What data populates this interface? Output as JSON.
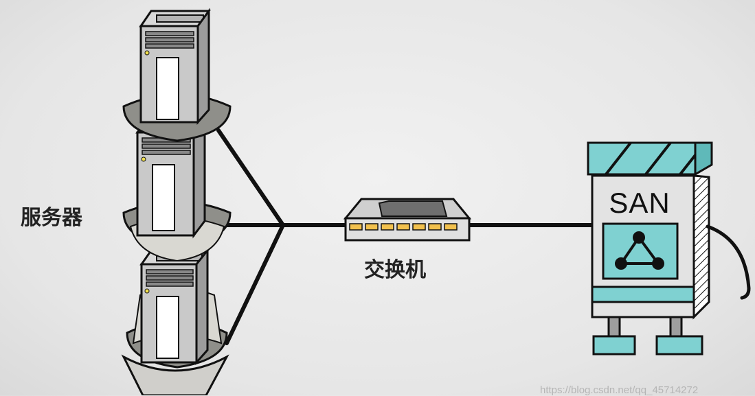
{
  "labels": {
    "servers": "服务器",
    "switch": "交换机",
    "san": "SAN"
  },
  "watermark": "https://blog.csdn.net/qq_45714272",
  "colors": {
    "background": "#e8e8e8",
    "server_body": "#c9c9c9",
    "san_teal": "#7fd1d1",
    "switch_light": "#f2c14e",
    "stroke": "#111111"
  }
}
